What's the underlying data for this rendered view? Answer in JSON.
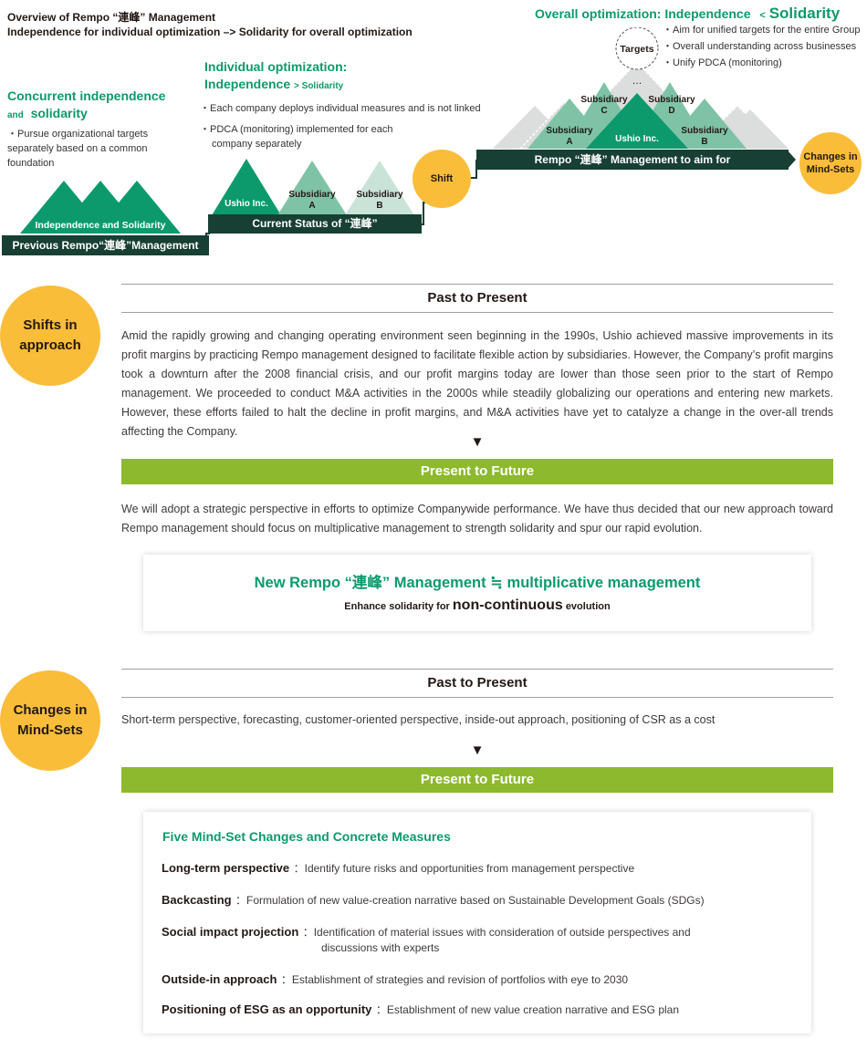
{
  "header": {
    "line1": "Overview of Rempo “連峰” Management",
    "line2": "Independence for individual optimization –> Solidarity for overall optimization"
  },
  "diagram": {
    "previous": {
      "title1": "Concurrent independence",
      "title2_small": "and",
      "title2": "solidarity",
      "note": "・Pursue organizational targets separately based on a common foundation",
      "mountain_label": "Independence and Solidarity",
      "bar_label": "Previous Rempo“連峰”Management"
    },
    "current": {
      "title1": "Individual optimization:",
      "title2": "Independence",
      "title2_small": "> Solidarity",
      "bullet1": "・Each company deploys individual measures and is not linked",
      "bullet2": "・PDCA (monitoring) implemented for each",
      "bullet2b": "company separately",
      "m1": "Ushio Inc.",
      "m2a": "Subsidiary",
      "m2b": "A",
      "m3a": "Subsidiary",
      "m3b": "B",
      "bar_label": "Current Status of “連峰”",
      "shift": "Shift"
    },
    "future": {
      "title1": "Overall optimization: Independence",
      "title_lt": "<",
      "title2": "Solidarity",
      "bullets": [
        "・Aim for unified targets for the entire Group",
        "・Overall understanding across businesses",
        "・Unify PDCA (monitoring)"
      ],
      "targets": "Targets",
      "ellipsis": "…",
      "subC_a": "Subsidiary",
      "subC_b": "C",
      "subD_a": "Subsidiary",
      "subD_b": "D",
      "subA_a": "Subsidiary",
      "subA_b": "A",
      "ushio": "Ushio Inc.",
      "subB_a": "Subsidiary",
      "subB_b": "B",
      "bar_label": "Rempo “連峰” Management to aim for",
      "changes_line1": "Changes in",
      "changes_line2": "Mind-Sets"
    }
  },
  "shifts": {
    "circle_line1": "Shifts in",
    "circle_line2": "approach",
    "past_title": "Past to Present",
    "past_text": "Amid the rapidly growing and changing operating environment seen beginning in the 1990s, Ushio achieved massive improvements in its profit margins by practicing Rempo management designed to facilitate flexible action by subsidiaries. However, the Company’s profit margins took a downturn after the 2008 financial crisis, and our profit margins today are lower than those seen prior to the start of Rempo management. We proceeded to conduct M&A activities in the 2000s while steadily globalizing our operations and entering new markets. However, these efforts failed to halt the decline in profit margins, and M&A activities have yet to catalyze a change in the over-all trends affecting the Company.",
    "arrow": "▼",
    "future_title": "Present to Future",
    "future_text": "We will adopt a strategic perspective in efforts to optimize Companywide performance. We have thus decided that our new approach toward Rempo management should focus on multiplicative management to strength solidarity and spur our rapid evolution.",
    "box_title": "New Rempo “連峰” Management ≒ multiplicative management",
    "box_sub_pre": "Enhance solidarity for",
    "box_sub_big": "non-continuous",
    "box_sub_post": "evolution"
  },
  "mindsets": {
    "circle_line1": "Changes in",
    "circle_line2": "Mind-Sets",
    "past_title": "Past to Present",
    "past_text": "Short-term perspective, forecasting, customer-oriented perspective, inside-out approach, positioning of CSR as a cost",
    "arrow": "▼",
    "future_title": "Present to Future",
    "box_title": "Five Mind-Set Changes and Concrete Measures",
    "items": [
      {
        "term": "Long-term perspective",
        "desc": "：Identify future risks and opportunities from management perspective"
      },
      {
        "term": "Backcasting",
        "desc": "：Formulation of new value-creation narrative based on Sustainable Development Goals (SDGs)"
      },
      {
        "term": "Social impact projection",
        "desc": "：Identification of material issues with consideration of outside perspectives and",
        "desc2": "discussions with experts"
      },
      {
        "term": "Outside-in approach",
        "desc": "：Establishment of strategies and revision of portfolios with eye to 2030"
      },
      {
        "term": "Positioning of ESG as an opportunity",
        "desc": "：Establishment of new value creation narrative and ESG plan"
      }
    ]
  },
  "colors": {
    "green_title": "#0c9a6c",
    "mountain_dark": "#0c9a6c",
    "mountain_mid": "#7fc3a7",
    "mountain_light": "#c9e3d8",
    "mountain_grey": "#dcdddd",
    "bar_dark": "#173f33",
    "accent_green": "#8db92e",
    "circle_orange": "#f9bd3a"
  }
}
